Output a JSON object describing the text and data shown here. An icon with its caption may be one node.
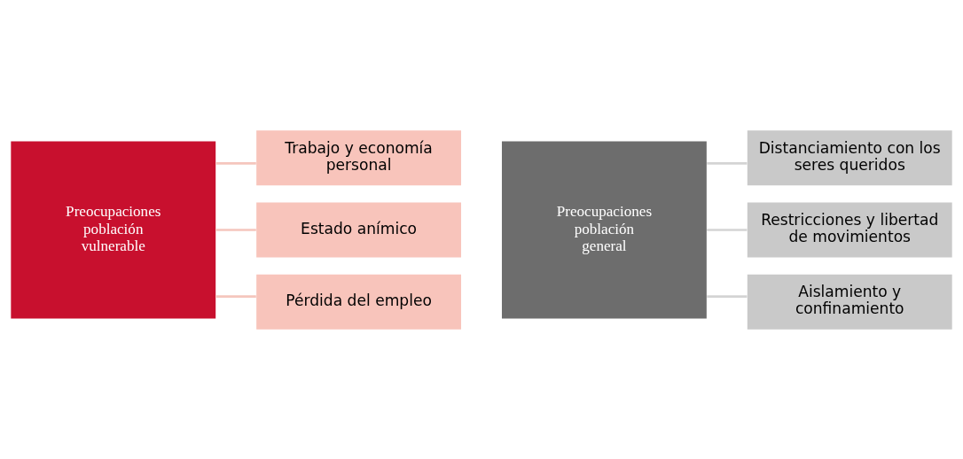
{
  "diagram": {
    "nodes": [
      {
        "text": [
          "Preocupaciones población vulnerable"
        ]
      },
      {
        "text": [
          "Trabajo y economía personal"
        ]
      },
      {
        "text": [
          "Estado anímico"
        ]
      },
      {
        "text": [
          "Pérdida del empleo"
        ]
      },
      {
        "text": [
          "Preocupaciones población general"
        ]
      },
      {
        "text": [
          "Distanciamiento con los seres queridos"
        ]
      },
      {
        "text": [
          "Restricciones y libertad de movimientos"
        ]
      },
      {
        "text": [
          "Aislamiento y confinamiento"
        ]
      }
    ],
    "edges": [
      {
        "from": 0,
        "to": 1,
        "arrow": "none",
        "color": "#f5c6bd"
      },
      {
        "from": 0,
        "to": 2,
        "arrow": "none",
        "color": "#f5c6bd"
      },
      {
        "from": 0,
        "to": 3,
        "arrow": "none",
        "color": "#f5c6bd"
      },
      {
        "from": 4,
        "to": 5,
        "arrow": "none",
        "color": "#d4d4d4"
      },
      {
        "from": 4,
        "to": 6,
        "arrow": "none",
        "color": "#d4d4d4"
      },
      {
        "from": 4,
        "to": 7,
        "arrow": "none",
        "color": "#d4d4d4"
      }
    ]
  }
}
